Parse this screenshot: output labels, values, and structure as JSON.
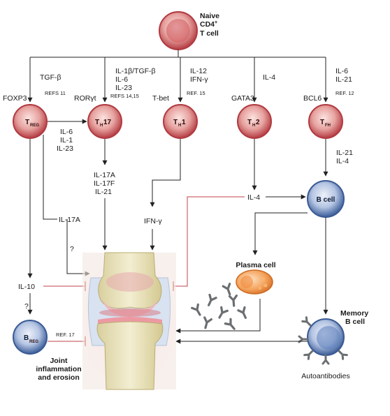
{
  "diagram": {
    "naive_cell": {
      "line1": "Naive",
      "line2": "CD4",
      "line2_sup": "+",
      "line3": "T cell"
    },
    "branches": [
      {
        "id": "treg",
        "tf": "FOXP3",
        "cytokines": [
          "TGF-β"
        ],
        "ref": "REFS 11",
        "cell_main": "T",
        "cell_sub": "REG"
      },
      {
        "id": "th17",
        "tf": "RORγt",
        "cytokines": [
          "IL-1β/TGF-β",
          "IL-6",
          "IL-23"
        ],
        "ref": "REFS 14,15",
        "cell_main": "T",
        "cell_sub": "H",
        "cell_suffix": "17"
      },
      {
        "id": "th1",
        "tf": "T-bet",
        "cytokines": [
          "IL-12",
          "IFN-γ"
        ],
        "ref": "REF. 15",
        "cell_main": "T",
        "cell_sub": "H",
        "cell_suffix": "1"
      },
      {
        "id": "th2",
        "tf": "GATA3",
        "cytokines": [
          "IL-4"
        ],
        "ref": "",
        "cell_main": "T",
        "cell_sub": "H",
        "cell_suffix": "2"
      },
      {
        "id": "tfh",
        "tf": "BCL6",
        "cytokines": [
          "IL-6",
          "IL-21"
        ],
        "ref": "REF. 12",
        "cell_main": "T",
        "cell_sub": "FH"
      }
    ],
    "th17_inducers": [
      "IL-6",
      "IL-1",
      "IL-23"
    ],
    "th17_products": [
      "IL-17A",
      "IL-17F",
      "IL-21"
    ],
    "tfh_products": [
      "IL-21",
      "IL-4"
    ],
    "treg_il17a": "IL-17A",
    "treg_question": "?",
    "th1_ifng": "IFN-γ",
    "th2_il4": "IL-4",
    "b_cell": "B cell",
    "plasma_cell": "Plasma cell",
    "memory_b_cell": [
      "Memory",
      "B cell"
    ],
    "autoantibodies": "Autoantibodies",
    "il10": "IL-10",
    "il10_question": "?",
    "breg": {
      "main": "B",
      "sub": "REG"
    },
    "breg_ref": "REF. 17",
    "joint_label": [
      "Joint",
      "inflammation",
      "and erosion"
    ],
    "colors": {
      "t_cell": "#c2444a",
      "t_cell_light": "#f3c9c6",
      "b_cell": "#3f62a0",
      "b_cell_light": "#c9d6ec",
      "plasma": "#e07a2a",
      "plasma_light": "#f8c594",
      "inhibit": "#c0404a",
      "arrow": "#222222"
    }
  }
}
